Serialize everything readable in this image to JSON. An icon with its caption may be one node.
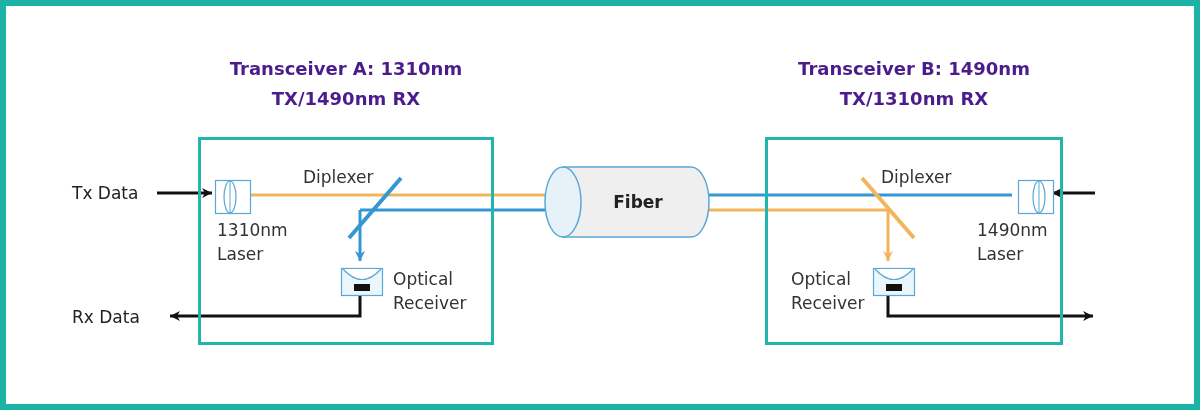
{
  "diagram": {
    "nodes": [
      {
        "text": [
          "Transceiver A: 1310nm TX/1490nm RX"
        ]
      },
      {
        "text": [
          "Tx Data"
        ]
      },
      {
        "text": [
          "1310nm Laser"
        ],
        "in": 0
      },
      {
        "text": [
          "Diplexer"
        ],
        "in": 0
      },
      {
        "text": [
          "Optical Receiver"
        ],
        "in": 0
      },
      {
        "text": [
          "Rx Data"
        ]
      },
      {
        "text": [
          "Fiber"
        ]
      },
      {
        "text": [
          "Transceiver B: 1490nm TX/1310nm RX"
        ]
      },
      {
        "text": [
          "Diplexer"
        ],
        "in": 7
      },
      {
        "text": [
          "1490nm Laser"
        ],
        "in": 7
      },
      {
        "text": [
          "Optical Receiver"
        ],
        "in": 7
      }
    ],
    "edges": [
      {
        "from": 1,
        "to": 2,
        "arrow": "to"
      },
      {
        "from": 2,
        "to": 3,
        "arrow": "none",
        "color": "#f2b55c"
      },
      {
        "from": 3,
        "to": 6,
        "arrow": "none",
        "color": "#f2b55c"
      },
      {
        "from": 6,
        "to": 3,
        "arrow": "none",
        "color": "#3496d3"
      },
      {
        "from": 3,
        "to": 4,
        "arrow": "to",
        "color": "#3496d3"
      },
      {
        "from": 4,
        "to": 5,
        "arrow": "to"
      },
      {
        "from": null,
        "to": 9,
        "arrow": "to"
      },
      {
        "from": 9,
        "to": 8,
        "arrow": "none",
        "color": "#3496d3"
      },
      {
        "from": 8,
        "to": 6,
        "arrow": "none",
        "color": "#3496d3"
      },
      {
        "from": 6,
        "to": 8,
        "arrow": "none",
        "color": "#f2b55c"
      },
      {
        "from": 8,
        "to": 10,
        "arrow": "to",
        "color": "#f2b55c"
      },
      {
        "from": 10,
        "to": null,
        "arrow": "to"
      }
    ]
  }
}
